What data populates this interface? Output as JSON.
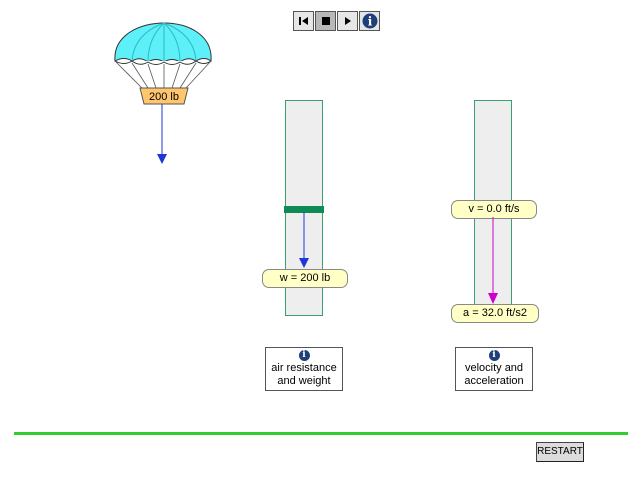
{
  "controls": {
    "rewind_icon": "rewind-icon",
    "stop_icon": "stop-icon",
    "play_icon": "play-icon",
    "info_icon": "info-icon",
    "info_glyph": "i"
  },
  "parachute": {
    "weight_label": "200 lb",
    "canopy_color": "#5ef0f8",
    "badge_color": "#ffc66e",
    "force_arrow_color": "#1f35d6"
  },
  "force_panel": {
    "weight_label": "w = 200 lb",
    "caption_line1": "air resistance",
    "caption_line2": "and weight",
    "weight_bar_color": "#0e8a57",
    "arrow_color": "#1f35d6"
  },
  "motion_panel": {
    "velocity_label": "v = 0.0 ft/s",
    "acceleration_label": "a = 32.0 ft/s2",
    "caption_line1": "velocity and",
    "caption_line2": "acceleration",
    "arrow_color": "#cc00cc"
  },
  "ground_color": "#33cc33",
  "restart_label": "RESTART"
}
